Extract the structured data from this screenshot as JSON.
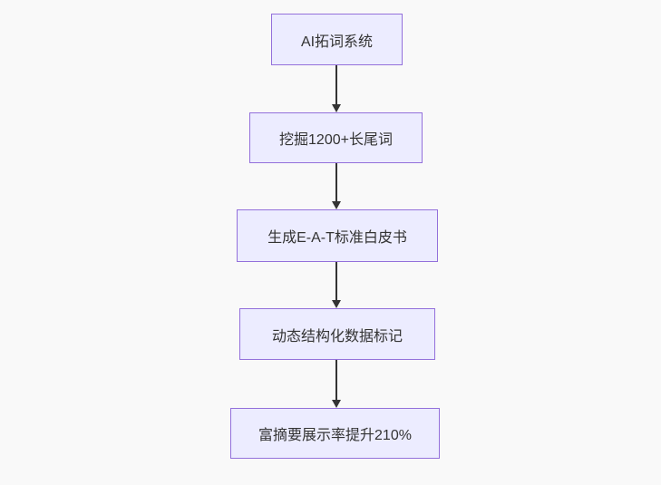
{
  "flowchart": {
    "type": "flowchart",
    "direction": "top-down",
    "nodes": [
      {
        "label": "AI拓词系统"
      },
      {
        "label": "挖掘1200+长尾词"
      },
      {
        "label": "生成E-A-T标准白皮书"
      },
      {
        "label": "动态结构化数据标记"
      },
      {
        "label": "富摘要展示率提升210%"
      }
    ],
    "edges": [
      {
        "from": 0,
        "to": 1
      },
      {
        "from": 1,
        "to": 2
      },
      {
        "from": 2,
        "to": 3
      },
      {
        "from": 3,
        "to": 4
      }
    ],
    "colors": {
      "node_fill": "#ECECFF",
      "node_border": "#9370DB",
      "arrow": "#333333",
      "text": "#333333",
      "background": "#F9F9F9"
    }
  }
}
